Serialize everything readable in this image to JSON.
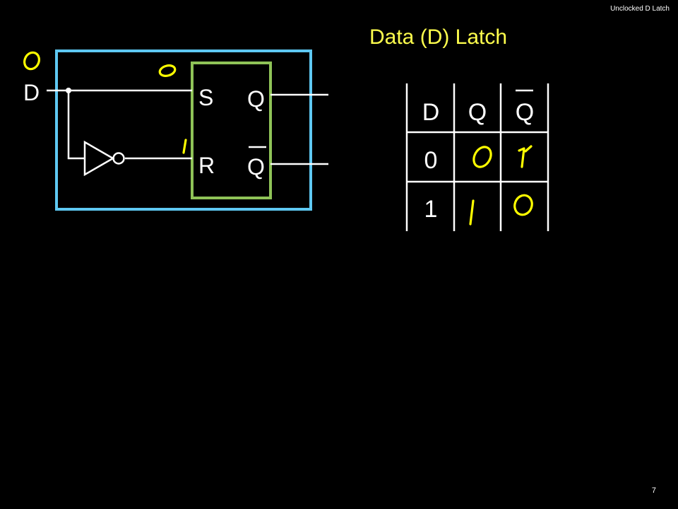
{
  "header": {
    "slide_label": "Unclocked D Latch"
  },
  "title": "Data (D) Latch",
  "footer": {
    "page_number": "7"
  },
  "circuit": {
    "input_label": "D",
    "latch_s_label": "S",
    "latch_r_label": "R",
    "latch_q_label": "Q",
    "latch_qbar_label": "Q",
    "colors": {
      "outer_box": "#5ec8f2",
      "sr_box": "#8fc357",
      "wires": "#ffffff",
      "ink": "#ffff00"
    }
  },
  "truth_table": {
    "headers": [
      "D",
      "Q",
      "Q"
    ],
    "rows": [
      {
        "d": "0"
      },
      {
        "d": "1"
      }
    ]
  },
  "annotations": {
    "handwritten_marks": [
      "0",
      "0",
      "1",
      "0",
      "1",
      "1",
      "0"
    ]
  }
}
